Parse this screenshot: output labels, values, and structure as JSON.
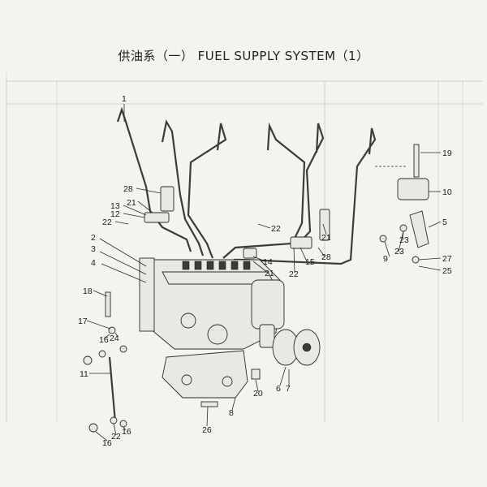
{
  "title": "供油系（一） FUEL SUPPLY SYSTEM（1）",
  "callouts": [
    {
      "label": "1"
    },
    {
      "label": "28"
    },
    {
      "label": "13"
    },
    {
      "label": "21"
    },
    {
      "label": "12"
    },
    {
      "label": "22"
    },
    {
      "label": "2"
    },
    {
      "label": "3"
    },
    {
      "label": "4"
    },
    {
      "label": "22"
    },
    {
      "label": "21"
    },
    {
      "label": "28"
    },
    {
      "label": "14"
    },
    {
      "label": "15"
    },
    {
      "label": "21"
    },
    {
      "label": "22"
    },
    {
      "label": "19"
    },
    {
      "label": "10"
    },
    {
      "label": "5"
    },
    {
      "label": "23"
    },
    {
      "label": "9"
    },
    {
      "label": "23"
    },
    {
      "label": "27"
    },
    {
      "label": "25"
    },
    {
      "label": "18"
    },
    {
      "label": "17"
    },
    {
      "label": "16"
    },
    {
      "label": "24"
    },
    {
      "label": "11"
    },
    {
      "label": "6"
    },
    {
      "label": "7"
    },
    {
      "label": "20"
    },
    {
      "label": "8"
    },
    {
      "label": "26"
    },
    {
      "label": "16"
    },
    {
      "label": "22"
    },
    {
      "label": "16"
    }
  ]
}
